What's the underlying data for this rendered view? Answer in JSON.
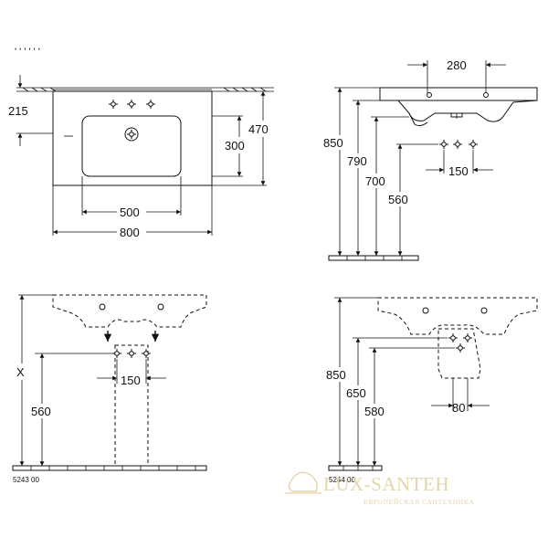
{
  "top_left_view": {
    "header_fragment": "' ' ' ' ' '",
    "dims": {
      "d215": "215",
      "d470": "470",
      "d300": "300",
      "d500": "500",
      "d800": "800"
    }
  },
  "top_right_view": {
    "dims": {
      "d280": "280",
      "d850": "850",
      "d790": "790",
      "d700": "700",
      "d560": "560",
      "d150": "150"
    }
  },
  "bottom_left_view": {
    "dims": {
      "dX": "X",
      "d560": "560",
      "d150": "150"
    },
    "model_code": "5243 00"
  },
  "bottom_right_view": {
    "dims": {
      "d850": "850",
      "d650": "650",
      "d580": "580",
      "d80": "80"
    },
    "model_code": "5244 00"
  },
  "watermark": {
    "brand": "LUX-SANTEH",
    "subtitle": "ЕВРОПЕЙСКАЯ САНТЕХНИКА"
  }
}
